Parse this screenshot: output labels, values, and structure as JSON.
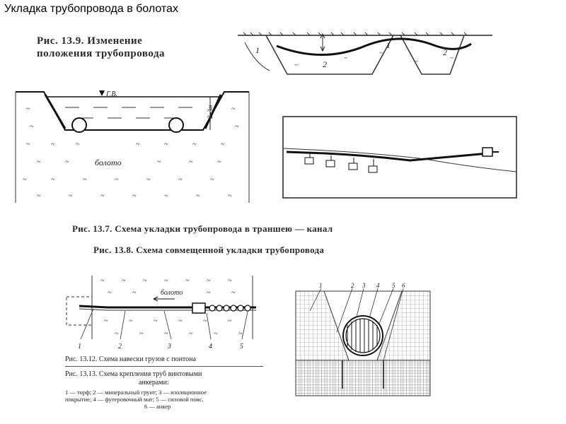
{
  "slide_title": "Укладка трубопровода в болотах",
  "fig139": {
    "caption_line1": "Рис.   13.9.   Изменение",
    "caption_line2": "положения трубопровода",
    "label_1": "1",
    "label_1b": "1",
    "label_2": "2",
    "label_2b": "2"
  },
  "fig137": {
    "caption": "Рис. 13.7. Схема укладки трубопровода в траншею — канал",
    "gv_label": "Г.В.",
    "depth_label": "2–3м",
    "bog_label": "болото"
  },
  "fig138": {
    "caption": "Рис. 13.8. Схема совмещенной укладки трубопровода"
  },
  "fig1312": {
    "caption": "Рис. 13.12. Схема навески грузов с понтона",
    "bog_label": "болото",
    "labels": [
      "1",
      "2",
      "3",
      "4",
      "5"
    ]
  },
  "fig1313": {
    "caption": "Рис. 13.13. Схема крепления труб винтовыми",
    "caption2": "анкерами:",
    "legend_line1": "1 — торф;  2 — минеральный грунт;  3 — изоляционное",
    "legend_line2": "покрытие;  4 — футеровочный мат;  5 — силовой пояс,",
    "legend_line3": "6 — анкер",
    "labels": [
      "1",
      "2",
      "3",
      "4",
      "5",
      "6"
    ]
  }
}
